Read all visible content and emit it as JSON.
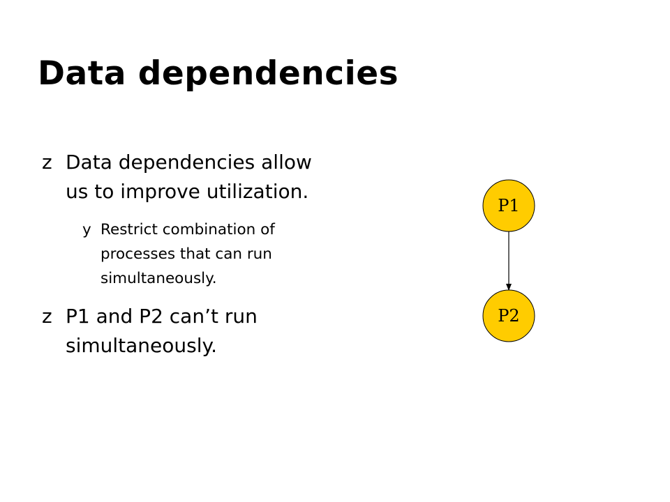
{
  "slide": {
    "title": "Data dependencies",
    "bullets": [
      {
        "marker": "z",
        "text": "Data dependencies allow us to improve utilization."
      },
      {
        "marker": "y",
        "text": "Restrict combination of processes that can run simultaneously."
      },
      {
        "marker": "z",
        "text": "P1 and P2 can’t run simultaneously."
      }
    ]
  },
  "diagram": {
    "nodes": [
      {
        "id": "p1",
        "label": "P1"
      },
      {
        "id": "p2",
        "label": "P2"
      }
    ],
    "edge": {
      "from": "P1",
      "to": "P2"
    },
    "node_color": "#FFCC00"
  }
}
